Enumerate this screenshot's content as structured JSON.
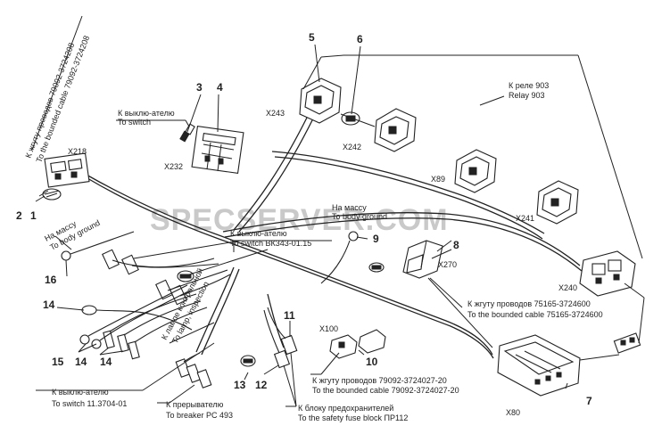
{
  "watermark": "SPECSERVER.COM",
  "labels": {
    "to_bounded_cable_top_ru": "К жгуту проводов 79092-3724208",
    "to_bounded_cable_top_en": "To the bounded cable 79092-3724208",
    "switch_top_ru": "К выклю-ателю",
    "switch_top_en": "To switch",
    "x232": "X232",
    "x218": "X218",
    "x243": "X243",
    "x242": "X242",
    "x89": "X89",
    "x241": "X241",
    "x240": "X240",
    "x270": "X270",
    "x100": "X100",
    "x80": "X80",
    "relay_ru": "К реле 903",
    "relay_en": "Relay 903",
    "ground_left_ru": "На массу",
    "ground_left_en": "To body ground",
    "ground_mid_ru": "На массу",
    "ground_mid_en": "To body ground",
    "switch_vk_ru": "К выклю-ателю",
    "switch_vk_en": "To switch ВК343-01.15",
    "lamp_ru": "К лампе контрольной",
    "lamp_en": "To lamp, inspection",
    "cable_75165_ru": "К жгуту проводов 75165-3724600",
    "cable_75165_en": "To the bounded cable 75165-3724600",
    "cable_79092_ru": "К жгуту проводов 79092-3724027-20",
    "cable_79092_en": "To the bounded cable 79092-3724027-20",
    "switch_bottom_ru": "К выклю-ателю",
    "switch_bottom_en": "To switch 11.3704-01",
    "breaker_ru": "К прерывателю",
    "breaker_en": "To breaker PC 493",
    "fuse_ru": "К блоку предохранителей",
    "fuse_en": "To the safety fuse block ПР112"
  },
  "callouts": {
    "n1": "1",
    "n2": "2",
    "n3": "3",
    "n4": "4",
    "n5": "5",
    "n6": "6",
    "n7": "7",
    "n8": "8",
    "n9": "9",
    "n10": "10",
    "n11": "11",
    "n12": "12",
    "n13": "13",
    "n14a": "14",
    "n14b": "14",
    "n14c": "14",
    "n15": "15",
    "n16": "16"
  }
}
